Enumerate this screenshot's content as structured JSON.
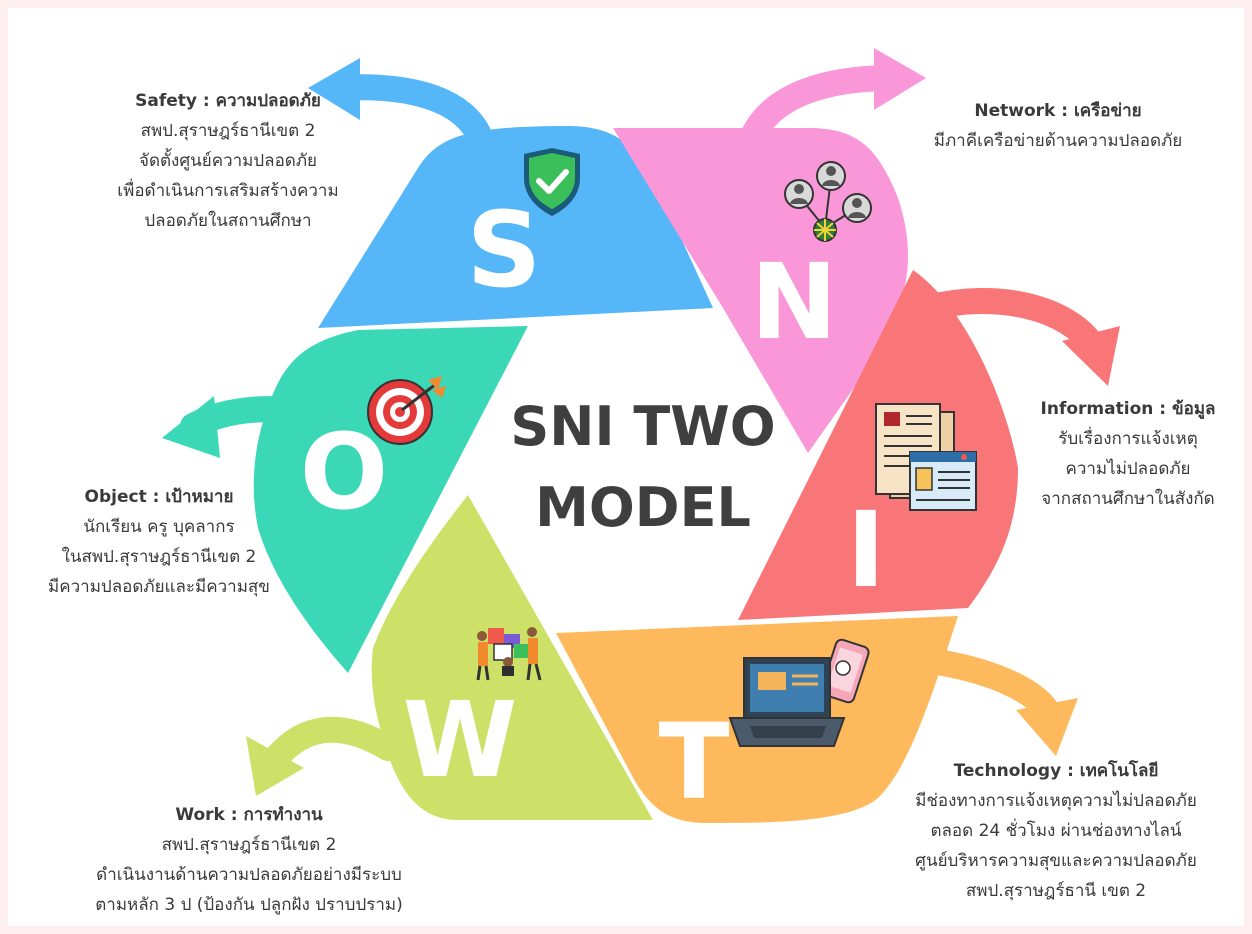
{
  "center": {
    "line1": "SNI TWO",
    "line2": "MODEL"
  },
  "colors": {
    "s": "#55b6f8",
    "n": "#fa97d8",
    "i": "#f87677",
    "t": "#fdb95b",
    "w": "#cde067",
    "o": "#3ad8b6",
    "background": "#fdeef0"
  },
  "segments": [
    {
      "key": "s",
      "letter": "S",
      "icon": "shield-check-icon",
      "title": "Safety : ความปลอดภัย",
      "lines": [
        "สพป.สุราษฎร์ธานีเขต 2",
        "จัดตั้งศูนย์ความปลอดภัย",
        "เพื่อดำเนินการเสริมสร้างความ",
        "ปลอดภัยในสถานศึกษา"
      ]
    },
    {
      "key": "n",
      "letter": "N",
      "icon": "network-people-icon",
      "title": "Network : เครือข่าย",
      "lines": [
        "มีภาคีเครือข่ายด้านความปลอดภัย"
      ]
    },
    {
      "key": "i",
      "letter": "I",
      "icon": "documents-icon",
      "title": "Information : ข้อมูล",
      "lines": [
        "รับเรื่องการแจ้งเหตุ",
        "ความไม่ปลอดภัย",
        "จากสถานศึกษาในสังกัด"
      ]
    },
    {
      "key": "t",
      "letter": "T",
      "icon": "laptop-phone-icon",
      "title": "Technology : เทคโนโลยี",
      "lines": [
        "มีช่องทางการแจ้งเหตุความไม่ปลอดภัย",
        "ตลอด 24 ชั่วโมง ผ่านช่องทางไลน์",
        "ศูนย์บริหารความสุขและความปลอดภัย",
        "สพป.สุราษฎร์ธานี เขต 2"
      ]
    },
    {
      "key": "w",
      "letter": "W",
      "icon": "teamwork-puzzle-icon",
      "title": "Work : การทำงาน",
      "lines": [
        "สพป.สุราษฎร์ธานีเขต 2",
        "ดำเนินงานด้านความปลอดภัยอย่างมีระบบ",
        "ตามหลัก 3 ป (ป้องกัน ปลูกฝัง ปราบปราม)"
      ]
    },
    {
      "key": "o",
      "letter": "O",
      "icon": "target-icon",
      "title": "Object : เป้าหมาย",
      "lines": [
        "นักเรียน ครู บุคลากร",
        "ในสพป.สุราษฎร์ธานีเขต 2",
        "มีความปลอดภัยและมีความสุข"
      ]
    }
  ]
}
